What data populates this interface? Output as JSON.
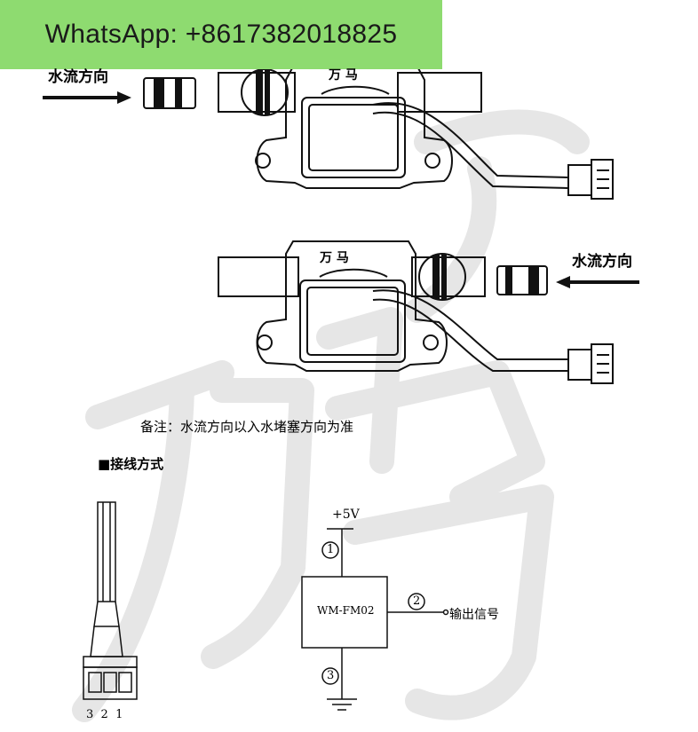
{
  "banner": {
    "text": "WhatsApp: +8617382018825"
  },
  "diagram1": {
    "flow_label": "水流方向",
    "brand": "万  马"
  },
  "diagram2": {
    "flow_label": "水流方向",
    "brand": "万  马"
  },
  "note": "备注：水流方向以入水堵塞方向为准",
  "wiring": {
    "heading": "■接线方式",
    "vcc": "+5V",
    "module": "WM-FM02",
    "output": "输出信号",
    "pin1": "1",
    "pin2": "2",
    "pin3": "3",
    "connector_pins": "3  2  1"
  }
}
